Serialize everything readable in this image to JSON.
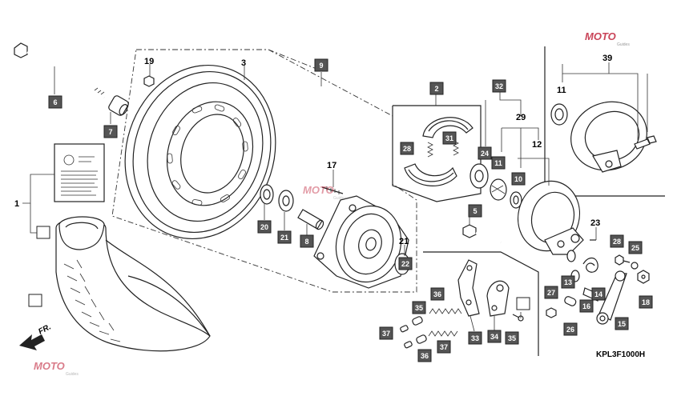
{
  "diagram_code": "KPL3F1000H",
  "direction_label": "FR.",
  "watermark": {
    "text": "MOTO",
    "sub": "Guides",
    "color": "#c0243c"
  },
  "colors": {
    "box_fill": "#555555",
    "ink": "#222222",
    "box_text": "#ffffff"
  },
  "plain_labels": [
    "1",
    "3",
    "11",
    "12",
    "17",
    "19",
    "21",
    "23",
    "29",
    "39"
  ],
  "boxed_labels": [
    "2",
    "5",
    "6",
    "7",
    "8",
    "9",
    "10",
    "11",
    "13",
    "14",
    "15",
    "16",
    "18",
    "20",
    "21",
    "22",
    "24",
    "25",
    "26",
    "27",
    "28",
    "28",
    "31",
    "32",
    "33",
    "34",
    "35",
    "35",
    "36",
    "36",
    "37",
    "37"
  ],
  "empty_boxes": 3
}
